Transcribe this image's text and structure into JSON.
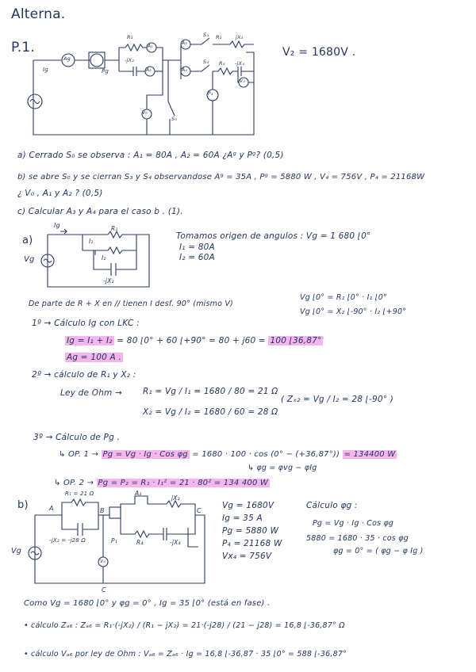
{
  "title": "Alterna.",
  "problem_label": "P.1.",
  "vr_value": "V₂ = 1680V .",
  "questions": {
    "a": "a) Cerrado S₀   se observa : A₁ = 80A , A₂ = 60A  ¿Aᵍ y Pᵍ?     (0,5)",
    "b1": "b) se abre S₀  y  se cierran  S₃  y  S₄  observandose   Aᵍ = 35A , Pᵍ = 5880 W , V₄ = 756V , P₄ = 21168W",
    "b2": "¿ V₀ , A₁  y  A₂ ?   (0,5)",
    "c": "c) Calcular  A₃  y  A₄  para  el  caso b .  (1)."
  },
  "circuit_main_labels": {
    "a1": "A₁",
    "a2": "A₂",
    "ag": "Ag",
    "pg": "Pg",
    "v0": "V₀",
    "s0": "S₀",
    "a3": "A₃",
    "a4": "A₄",
    "p4": "P₄",
    "v4": "V₄",
    "r1": "R₁",
    "x2": "-jX₂",
    "r2": "R₂",
    "x3": "jX₃",
    "r4": "R₄",
    "x4": "-jX₄",
    "ig": "Ig",
    "s3": "S₃",
    "s4": "S₄"
  },
  "part_a": {
    "label": "a)",
    "circuit_labels": {
      "ig": "Ig",
      "i1": "I₁",
      "r1": "R₁",
      "x2": "-jX₂",
      "vg": "Vg",
      "i2": "I₂"
    },
    "origin_line": "Tomamos  origen  de  angulos  :  Vg = 1 680 ⌊0°",
    "i1": "I₁ = 80A",
    "i2": "I₂ = 60A",
    "parallel_note": "De parte de  R + X  en  //  tienen  I  desf. 90°  (mismo V)",
    "eq_r": "Vg ⌊0° = R₁ ⌊0° · I₁ ⌊0°",
    "eq_x": "Vg ⌊0° = X₂ ⌊-90° · I₂ ⌊+90°",
    "step1": "1º → Cálculo  Ig  con  LKC :",
    "kcl_a": "Ig = I₁ + I₂",
    "kcl_b": " = 80 ⌊0° + 60 ⌊+90°  =  80 + j60 = ",
    "kcl_res": "100 ⌊36,87°",
    "ag_result": "Ag = 100 A .",
    "step2": "2º → cálculo  de   R₁  y  X₂ :",
    "ohm": "Ley  de Ohm →",
    "r1_eq": "R₁ =  Vg / I₁  =  1680 / 80  = 21 Ω",
    "x2_eq": "X₂ =  Vg / I₂  =  1680 / 60  = 28 Ω",
    "z_eq": "( Zₓ₂ =  Vg / I₂  = 28 ⌊-90° )",
    "step3": "3º →  Cálculo  de  Pg .",
    "op1_a": "↳ OP. 1 →  ",
    "op1_b": "Pg = Vg · Ig · Cos φg",
    "op1_c": " = 1680 · 100 · cos (0° − (+36,87°)) ",
    "op1_res": "= 134400 W",
    "phi_eq": "↳ φg = φvg − φIg",
    "op2_a": "↳ OP. 2 →  ",
    "op2_b": "Pg = P₂ = R₁ · I₁² = 21 · 80² = 134 400 W"
  },
  "part_b": {
    "label": "b)",
    "circuit_labels": {
      "r1": "R₁ = 21 Ω",
      "a": "A",
      "b": "B",
      "c": "C",
      "x2": "-jX₂ = -j28 Ω",
      "p1": "P₁",
      "a3": "A₃",
      "x3": "jX₃",
      "r4": "R₄",
      "x4": "-jX₄",
      "v4": "V₄",
      "c_bottom": "C",
      "vg": "Vg"
    },
    "given": [
      "Vg = 1680V",
      "Ig = 35 A",
      "Pg = 5880 W",
      "P₄ = 21168 W",
      "Vx₄ = 756V"
    ],
    "phi_title": "Cálculo  φg :",
    "phi_l1": "Pg = Vg · Ig · Cos φg",
    "phi_l2": "5880 = 1680 · 35 · cos φg",
    "phi_l3": "φg = 0° = ( φg − φ Ig )",
    "como": "Como  Vg = 1680 ⌊0°   y   φg = 0° ,  Ig = 35 ⌊0°   (está en fase) .",
    "zab": "• cálculo   Zₐ₆ :    Zₐ₆ =  R₁·(-jX₂) / (R₁ − jX₂)  =  21·(-j28) / (21 − j28)  = 16,8 ⌊-36,87° Ω",
    "vab": "• cálculo   Vₐ₆  por  ley  de  Ohm :   Vₐ₆ = Zₐ₆ · Ig = 16,8 ⌊-36,87 · 35 ⌊0° = 588 ⌊-36,87°"
  }
}
